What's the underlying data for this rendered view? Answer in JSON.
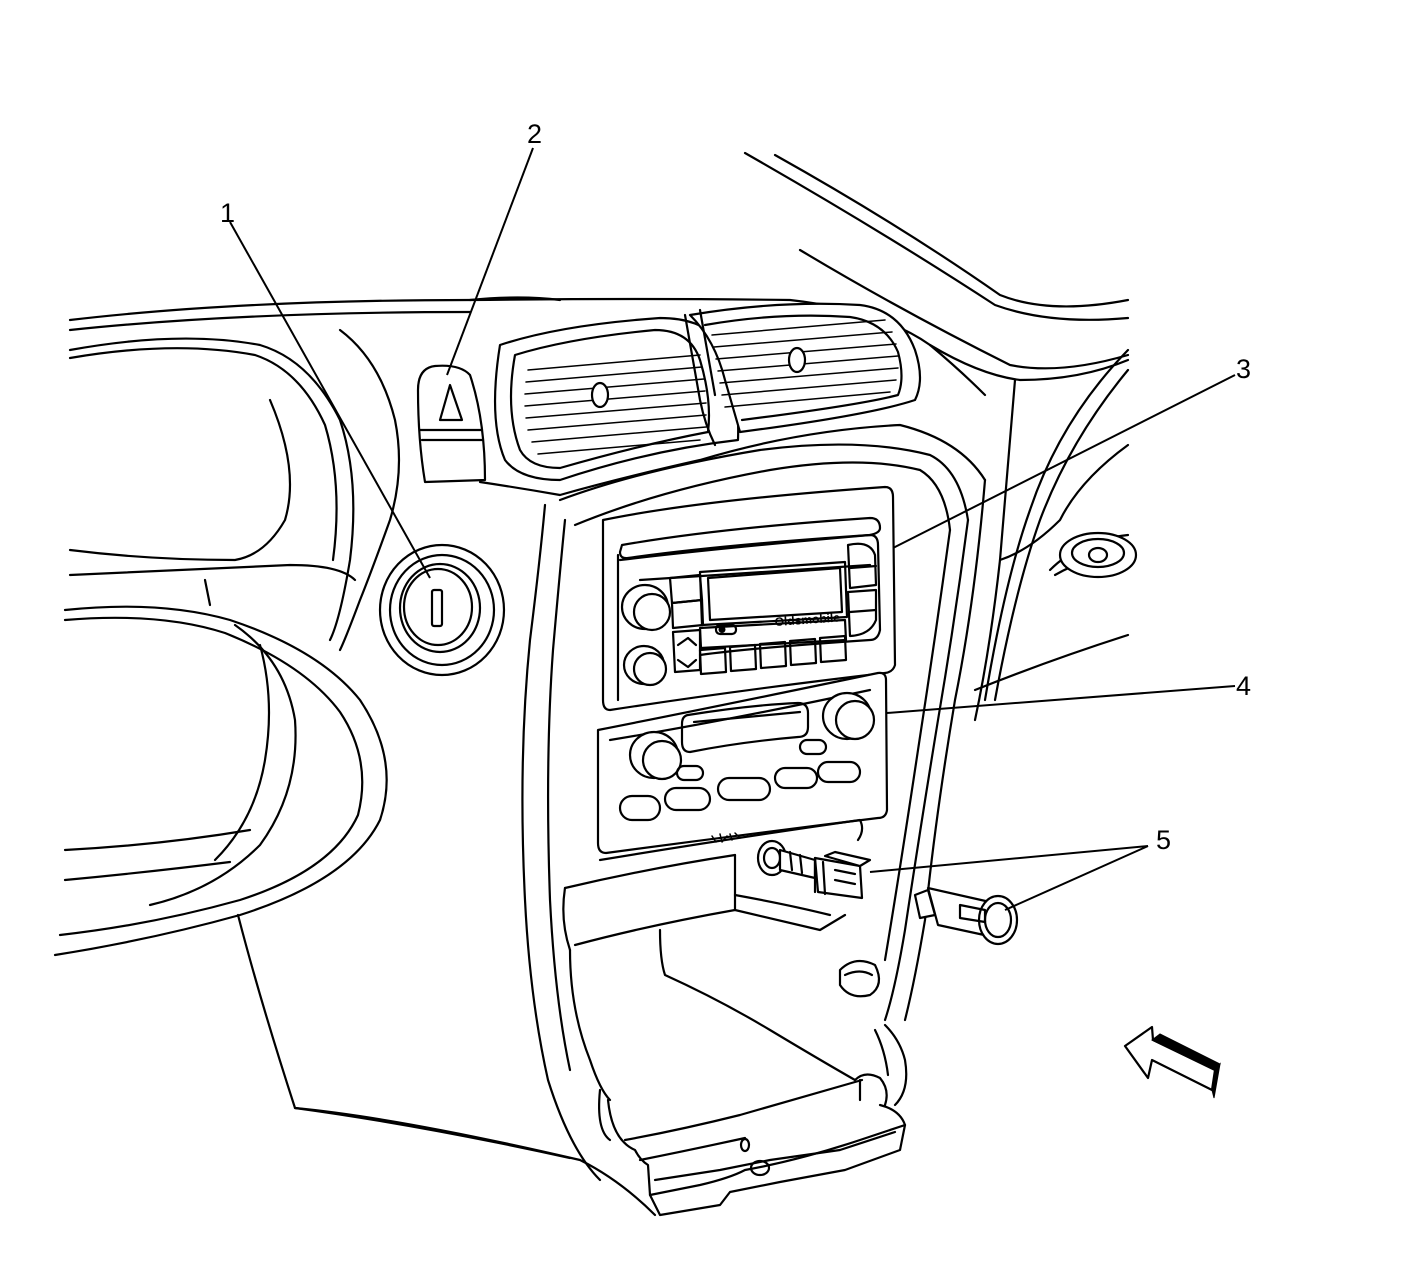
{
  "callouts": [
    {
      "id": "1",
      "label": "1"
    },
    {
      "id": "2",
      "label": "2"
    },
    {
      "id": "3",
      "label": "3"
    },
    {
      "id": "4",
      "label": "4"
    },
    {
      "id": "5",
      "label": "5"
    }
  ],
  "radio": {
    "brand_text": "Oldsmobile"
  },
  "view_arrow_icon": "front-view-direction-arrow-icon",
  "colors": {
    "line": "#000000",
    "background": "#ffffff"
  }
}
